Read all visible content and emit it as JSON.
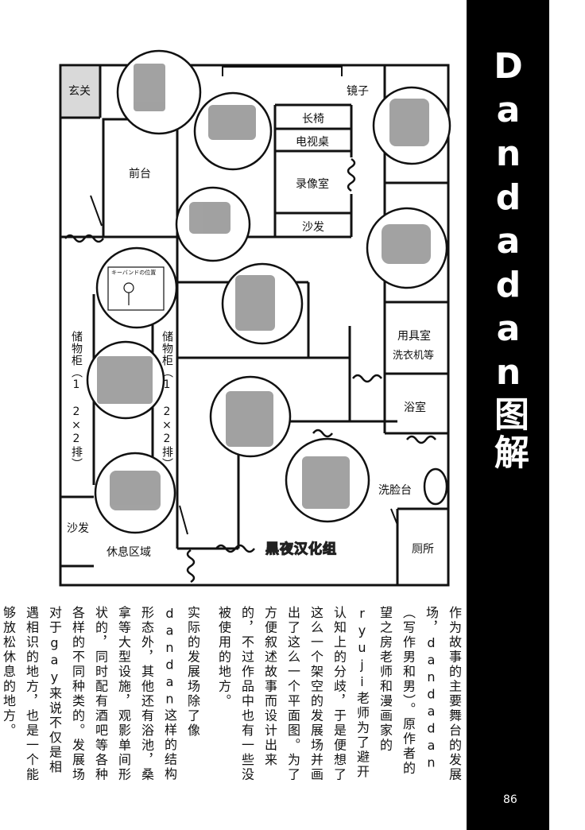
{
  "title": "Dandadan图解",
  "rooms": {
    "entrance": "玄关",
    "mirror": "镜子",
    "bench": "长椅",
    "tv_table": "电视桌",
    "front_desk": "前台",
    "video_room": "录像室",
    "sofa_top": "沙发",
    "storage_left": "储物柜（1 2×2排）",
    "storage_right": "储物柜（1 2×2排）",
    "tool_room": "用具室",
    "tool_room_sub": "洗衣机等",
    "bath": "浴室",
    "washbasin": "洗脸台",
    "toilet": "厕所",
    "sofa_bottom": "沙发",
    "rest_area": "休息区域",
    "sign_title": "キーバンドの位置"
  },
  "watermark": "黑夜汉化组",
  "paragraphs": [
    "作为故事的主要舞台的发展场，dandadan（写作男和男）。原作者的望之房老师和漫画家的ryuji老师为了避开认知上的分歧，于是便想了这么一个架空的发展场并画出了这么一个平面图。为了方便叙述故事而设计出来的，不过作品中也有一些没被使用的地方。",
    "实际的发展场除了像dandan这样的结构形态外，其他还有浴池，桑拿等大型设施，观影单间形状的，同时配有酒吧等各种各样的不同种类的。发展场对于gay来说不仅是相遇相识的地方，也是一个能够放松休息的地方。"
  ],
  "page_number": "86",
  "colors": {
    "band": "#000000",
    "entrance_fill": "#d9d9d9"
  }
}
